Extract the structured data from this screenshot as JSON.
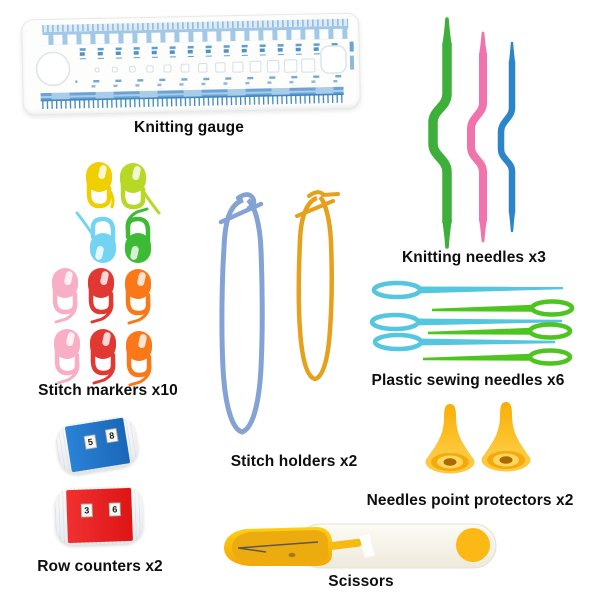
{
  "items": {
    "gauge": {
      "label": "Knitting gauge"
    },
    "cable_needles": {
      "label": "Knitting needles x3",
      "colors": [
        "#3faf3c",
        "#f073ab",
        "#2b85c8"
      ]
    },
    "markers": {
      "label": "Stitch markers x10",
      "colors": [
        "#f0cf00",
        "#b8d826",
        "#72d4f2",
        "#3dbb35",
        "#f8afc6",
        "#e13833",
        "#fa7818",
        "#f8afc6",
        "#e13833",
        "#fa7818"
      ]
    },
    "holders": {
      "label": "Stitch holders x2",
      "colors": [
        "#84a3d4",
        "#e7a01c"
      ]
    },
    "sewing_needles": {
      "label": "Plastic sewing needles x6",
      "colors": [
        "#55c6e0",
        "#4ec421"
      ]
    },
    "protectors": {
      "label": "Needles point protectors x2",
      "color": "#f8b212"
    },
    "counters": {
      "label": "Row counters x2",
      "units": [
        {
          "color": "#1d72c8",
          "digits": [
            "5",
            "8"
          ]
        },
        {
          "color": "#e81d1d",
          "digits": [
            "3",
            "6"
          ]
        }
      ]
    },
    "scissors": {
      "label": "Scissors",
      "accent": "#fcb814"
    }
  }
}
